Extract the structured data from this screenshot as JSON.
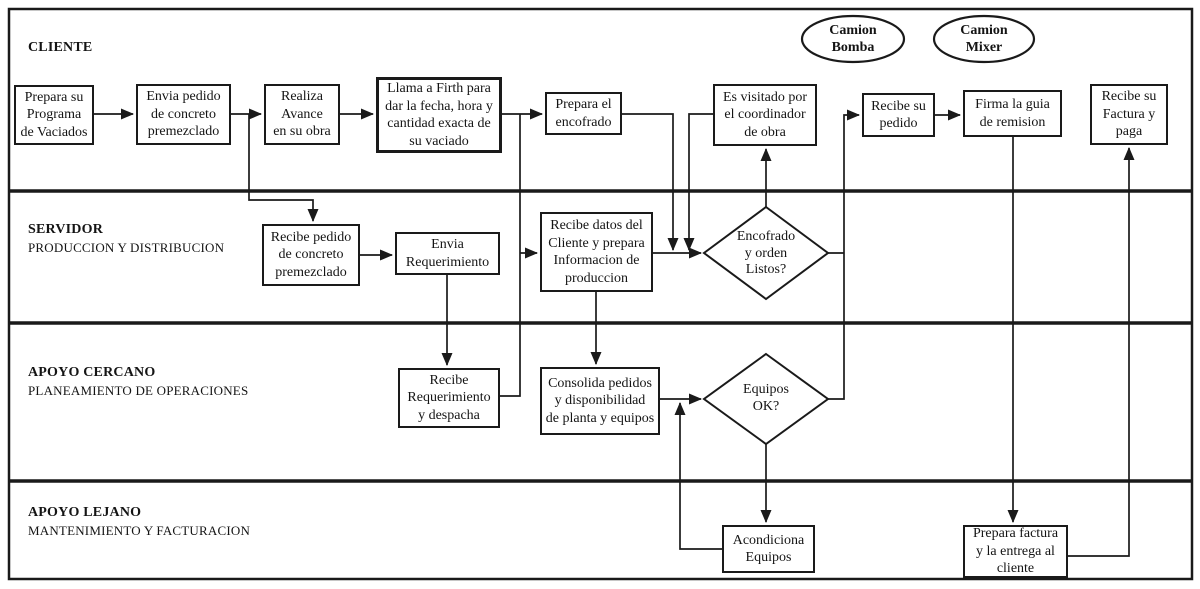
{
  "colors": {
    "ink": "#1a1a1a",
    "background": "#ffffff"
  },
  "lanes": [
    {
      "id": "cliente",
      "title": "CLIENTE",
      "subtitle": ""
    },
    {
      "id": "servidor",
      "title": "SERVIDOR",
      "subtitle": "PRODUCCION Y DISTRIBUCION"
    },
    {
      "id": "apoyo-cercano",
      "title": "APOYO CERCANO",
      "subtitle": "PLANEAMIENTO DE OPERACIONES"
    },
    {
      "id": "apoyo-lejano",
      "title": "APOYO LEJANO",
      "subtitle": "MANTENIMIENTO Y FACTURACION"
    }
  ],
  "nodes": {
    "c1": {
      "lane": "cliente",
      "type": "process",
      "label": "Prepara su\nPrograma\nde Vaciados"
    },
    "c2": {
      "lane": "cliente",
      "type": "process",
      "label": "Envia pedido\nde concreto\npremezclado"
    },
    "c3": {
      "lane": "cliente",
      "type": "process",
      "label": "Realiza\nAvance\nen su obra"
    },
    "c4": {
      "lane": "cliente",
      "type": "process",
      "label": "Llama a Firth para\ndar la fecha, hora y\ncantidad exacta de\nsu vaciado"
    },
    "c5": {
      "lane": "cliente",
      "type": "process",
      "label": "Prepara el\nencofrado"
    },
    "c6": {
      "lane": "cliente",
      "type": "process",
      "label": "Es visitado por\nel coordinador\nde obra"
    },
    "c7": {
      "lane": "cliente",
      "type": "process",
      "label": "Recibe su\npedido"
    },
    "c8": {
      "lane": "cliente",
      "type": "process",
      "label": "Firma la guia\nde remision"
    },
    "c9": {
      "lane": "cliente",
      "type": "process",
      "label": "Recibe su\nFactura y\npaga"
    },
    "o1": {
      "lane": "cliente",
      "type": "oval",
      "label": "Camion\nBomba"
    },
    "o2": {
      "lane": "cliente",
      "type": "oval",
      "label": "Camion\nMixer"
    },
    "s1": {
      "lane": "servidor",
      "type": "process",
      "label": "Recibe pedido\nde concreto\npremezclado"
    },
    "s2": {
      "lane": "servidor",
      "type": "process",
      "label": "Envia\nRequerimiento"
    },
    "s3": {
      "lane": "servidor",
      "type": "process",
      "label": "Recibe datos del\nCliente y prepara\nInformacion de\nproduccion"
    },
    "d1": {
      "lane": "servidor",
      "type": "decision",
      "label": "Encofrado\ny orden\nListos?"
    },
    "a1": {
      "lane": "apoyo-cercano",
      "type": "process",
      "label": "Recibe\nRequerimiento\ny despacha"
    },
    "a2": {
      "lane": "apoyo-cercano",
      "type": "process",
      "label": "Consolida pedidos\ny disponibilidad\nde planta y equipos"
    },
    "d2": {
      "lane": "apoyo-cercano",
      "type": "decision",
      "label": "Equipos\nOK?"
    },
    "l1": {
      "lane": "apoyo-lejano",
      "type": "process",
      "label": "Acondiciona\nEquipos"
    },
    "l2": {
      "lane": "apoyo-lejano",
      "type": "process",
      "label": "Prepara factura\ny la entrega al\ncliente"
    }
  },
  "edges": [
    {
      "from": "c1",
      "to": "c2"
    },
    {
      "from": "c2",
      "to": "c3"
    },
    {
      "from": "c2",
      "to": "s1"
    },
    {
      "from": "c3",
      "to": "c4"
    },
    {
      "from": "c4",
      "to": "c5"
    },
    {
      "from": "c4",
      "to": "s3"
    },
    {
      "from": "a1",
      "to": "s3"
    },
    {
      "from": "c5",
      "to": "d1"
    },
    {
      "from": "c6",
      "to": "d1"
    },
    {
      "from": "s1",
      "to": "s2"
    },
    {
      "from": "s2",
      "to": "a1"
    },
    {
      "from": "s3",
      "to": "d1"
    },
    {
      "from": "s3",
      "to": "a2"
    },
    {
      "from": "d1",
      "to": "c6"
    },
    {
      "from": "d1",
      "to": "c7"
    },
    {
      "from": "a2",
      "to": "d2"
    },
    {
      "from": "l1",
      "to": "d2"
    },
    {
      "from": "d2",
      "to": "c7"
    },
    {
      "from": "d2",
      "to": "l1"
    },
    {
      "from": "c7",
      "to": "c8"
    },
    {
      "from": "c8",
      "to": "l2"
    },
    {
      "from": "l2",
      "to": "c9"
    }
  ]
}
